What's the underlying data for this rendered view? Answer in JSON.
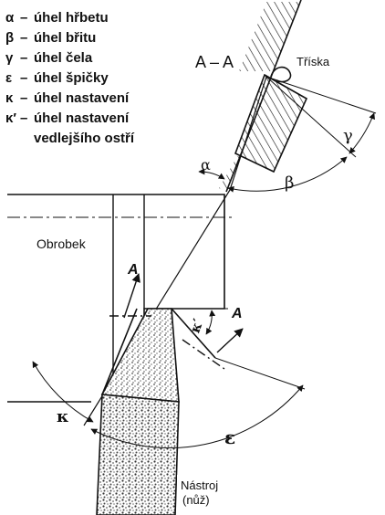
{
  "legend": [
    {
      "symbol": "α",
      "dash": "–",
      "text": "úhel hřbetu"
    },
    {
      "symbol": "β",
      "dash": "–",
      "text": "úhel břitu"
    },
    {
      "symbol": "γ",
      "dash": "–",
      "text": "úhel čela"
    },
    {
      "symbol": "ε",
      "dash": "–",
      "text": "úhel špičky"
    },
    {
      "symbol": "κ",
      "dash": "–",
      "text": "úhel nastavení"
    },
    {
      "symbol": "κ′",
      "dash": "–",
      "text": "úhel nastavení"
    }
  ],
  "legend_cont": "vedlejšího ostří",
  "section_title": "A – A",
  "labels": {
    "chip": "Tříska",
    "workpiece": "Obrobek",
    "tool_line1": "Nástroj",
    "tool_line2": "(nůž)",
    "section_marker_left": "A",
    "section_marker_right": "A"
  },
  "angles": {
    "alpha": "α",
    "beta": "β",
    "gamma": "γ",
    "epsilon": "ε",
    "kappa": "κ",
    "kappa_prime": "κ′"
  },
  "colors": {
    "ink": "#111111",
    "stipple": "#8a8a8a"
  }
}
